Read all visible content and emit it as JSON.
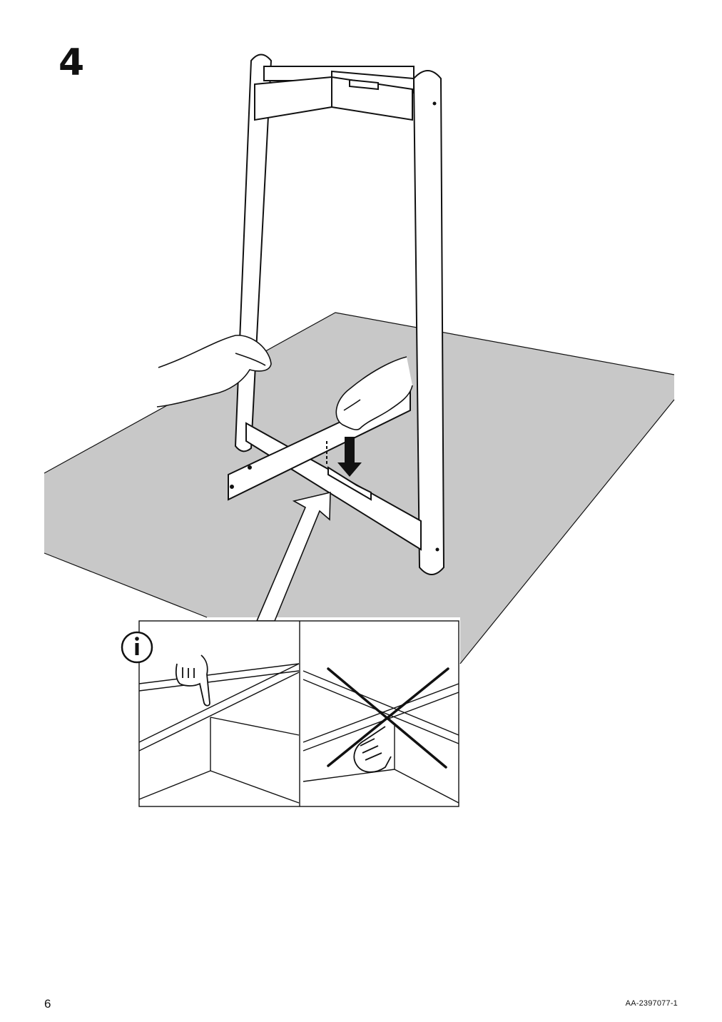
{
  "step": {
    "number": "4"
  },
  "footer": {
    "page_number": "6",
    "document_code": "AA-2397077-1"
  },
  "detail": {
    "info_icon": "info-icon",
    "correct_icon": "finger-press-icon",
    "incorrect_icon": "finger-press-crossed-icon"
  },
  "colors": {
    "table_surface": "#c8c8c8",
    "line": "#111111"
  }
}
